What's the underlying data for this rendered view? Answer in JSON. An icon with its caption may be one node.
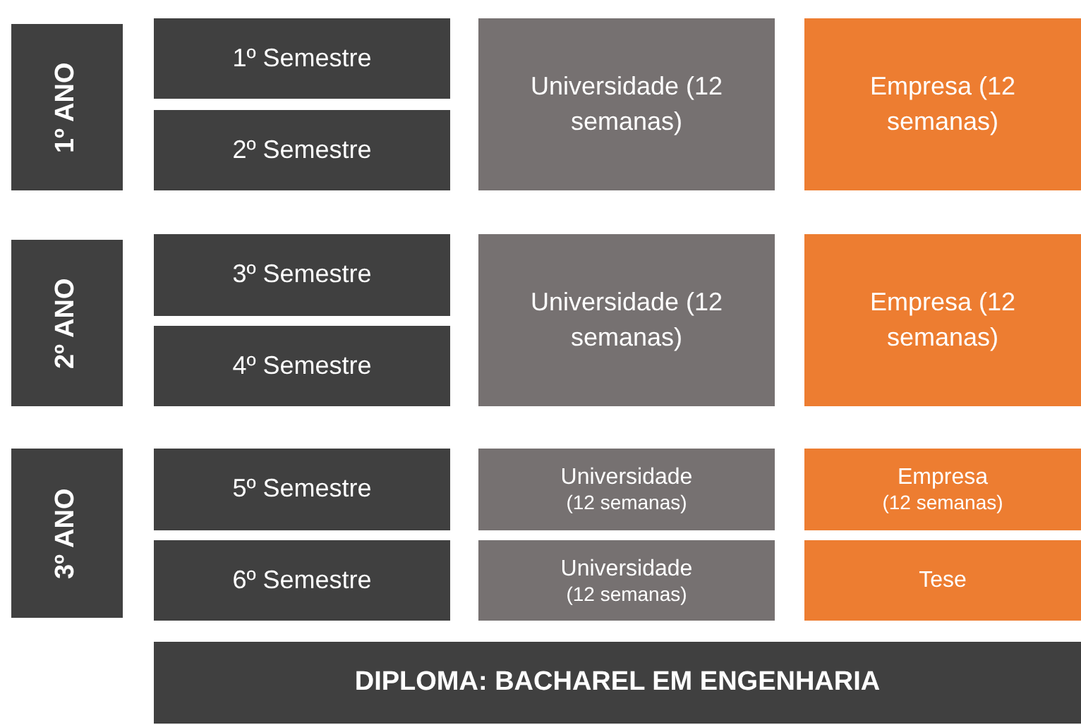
{
  "diagram": {
    "nodes": [
      {
        "text": [
          "1º ANO"
        ]
      },
      {
        "text": [
          "1º Semestre"
        ]
      },
      {
        "text": [
          "Universidade (12 semanas)"
        ]
      },
      {
        "text": [
          "Empresa (12 semanas)"
        ]
      },
      {
        "text": [
          "2º Semestre"
        ]
      },
      {
        "text": [
          "2º ANO"
        ]
      },
      {
        "text": [
          "3º Semestre"
        ]
      },
      {
        "text": [
          "Universidade (12 semanas)"
        ]
      },
      {
        "text": [
          "Empresa (12 semanas)"
        ]
      },
      {
        "text": [
          "4º Semestre"
        ]
      },
      {
        "text": [
          "3º ANO"
        ]
      },
      {
        "text": [
          "5º Semestre"
        ]
      },
      {
        "text": [
          "Universidade",
          "(12 semanas)"
        ]
      },
      {
        "text": [
          "Empresa",
          "(12 semanas)"
        ]
      },
      {
        "text": [
          "6º Semestre"
        ]
      },
      {
        "text": [
          "Universidade",
          "(12 semanas)"
        ]
      },
      {
        "text": [
          "Tese"
        ]
      },
      {
        "text": [
          "DIPLOMA: BACHAREL EM ENGENHARIA"
        ]
      }
    ]
  }
}
